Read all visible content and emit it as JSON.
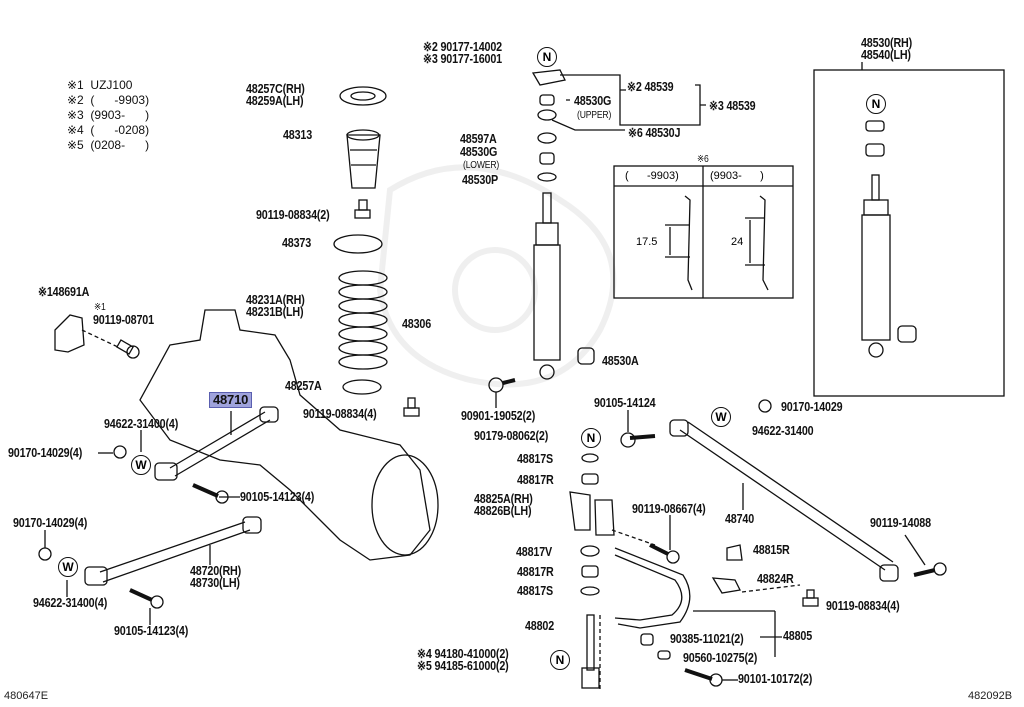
{
  "legend": [
    {
      "mark": "※1",
      "text": "UZJ100"
    },
    {
      "mark": "※2",
      "text": "(      -9903)"
    },
    {
      "mark": "※3",
      "text": "(9903-      )"
    },
    {
      "mark": "※4",
      "text": "(      -0208)"
    },
    {
      "mark": "※5",
      "text": "(0208-      )"
    }
  ],
  "labels": [
    "48257C(RH)",
    "48259A(LH)",
    "48313",
    "90119-08834(2)",
    "48373",
    "48231A(RH)",
    "48231B(LH)",
    "※148691A",
    "※1",
    "90119-08701",
    "48306",
    "48257A",
    "48710",
    "94622-31400(4)",
    "90119-08834(4)",
    "90170-14029(4)",
    "90105-14123(4)",
    "90170-14029(4)",
    "48720(RH)",
    "48730(LH)",
    "94622-31400(4)",
    "90105-14123(4)",
    "※2 90177-14002",
    "※3 90177-16001",
    "※2 48539",
    "48530G",
    "(UPPER)",
    "※3 48539",
    "※6 48530J",
    "48597A",
    "48530G",
    "(LOWER)",
    "48530P",
    "※6",
    "48530(RH)",
    "48540(LH)",
    "48530A",
    "90901-19052(2)",
    "90105-14124",
    "90179-08062(2)",
    "48817S",
    "48817R",
    "48825A(RH)",
    "48826B(LH)",
    "90119-08667(4)",
    "48740",
    "48817V",
    "48817R",
    "48817S",
    "48802",
    "※4 94180-41000(2)",
    "※5 94185-61000(2)",
    "90170-14029",
    "94622-31400",
    "90119-14088",
    "48815R",
    "48824R",
    "90119-08834(4)",
    "48805",
    "90385-11021(2)",
    "90560-10275(2)",
    "90101-10172(2)"
  ],
  "symbols": {
    "nut": "N",
    "washer": "W"
  },
  "detail_table": {
    "headers": [
      "(      -9903)",
      "(9903-      )"
    ],
    "dimensions": [
      "17.5",
      "24"
    ]
  },
  "codes": {
    "left": "480647E",
    "right": "482092B"
  },
  "highlight_color": "#9fa3dc"
}
